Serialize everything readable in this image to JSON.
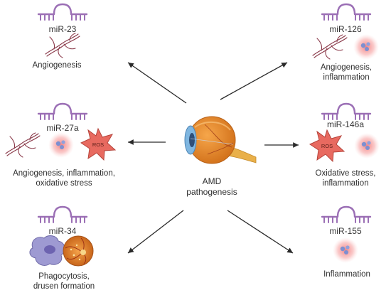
{
  "center": {
    "label_line1": "AMD",
    "label_line2": "pathogenesis"
  },
  "panels": {
    "top_left": {
      "mirna": "miR-23",
      "effect_line1": "Angiogenesis",
      "effect_line2": ""
    },
    "top_right": {
      "mirna": "miR-126",
      "effect_line1": "Angiogenesis,",
      "effect_line2": "inflammation"
    },
    "mid_left": {
      "mirna": "miR-27a",
      "effect_line1": "Angiogenesis, inflammation,",
      "effect_line2": "oxidative stress"
    },
    "mid_right": {
      "mirna": "miR-146a",
      "effect_line1": "Oxidative stress,",
      "effect_line2": "inflammation"
    },
    "bot_left": {
      "mirna": "miR-34",
      "effect_line1": "Phagocytosis,",
      "effect_line2": "drusen formation"
    },
    "bot_right": {
      "mirna": "miR-155",
      "effect_line1": "Inflammation",
      "effect_line2": ""
    }
  },
  "badges": {
    "ros": "ROS"
  },
  "colors": {
    "mirna_purple": "#9b6fb5",
    "vessel_red": "#8a3a4a",
    "inflammation_glow": "#f08a8a",
    "ros_star": "#e86a60",
    "eye_orange": "#e58a2a",
    "arrow": "#2a2a2a"
  },
  "icons": [
    "mirna-hairpin-icon",
    "blood-vessel-icon",
    "inflammation-cell-icon",
    "ros-star-icon",
    "eye-icon",
    "macrophage-icon",
    "retina-fundus-icon"
  ]
}
